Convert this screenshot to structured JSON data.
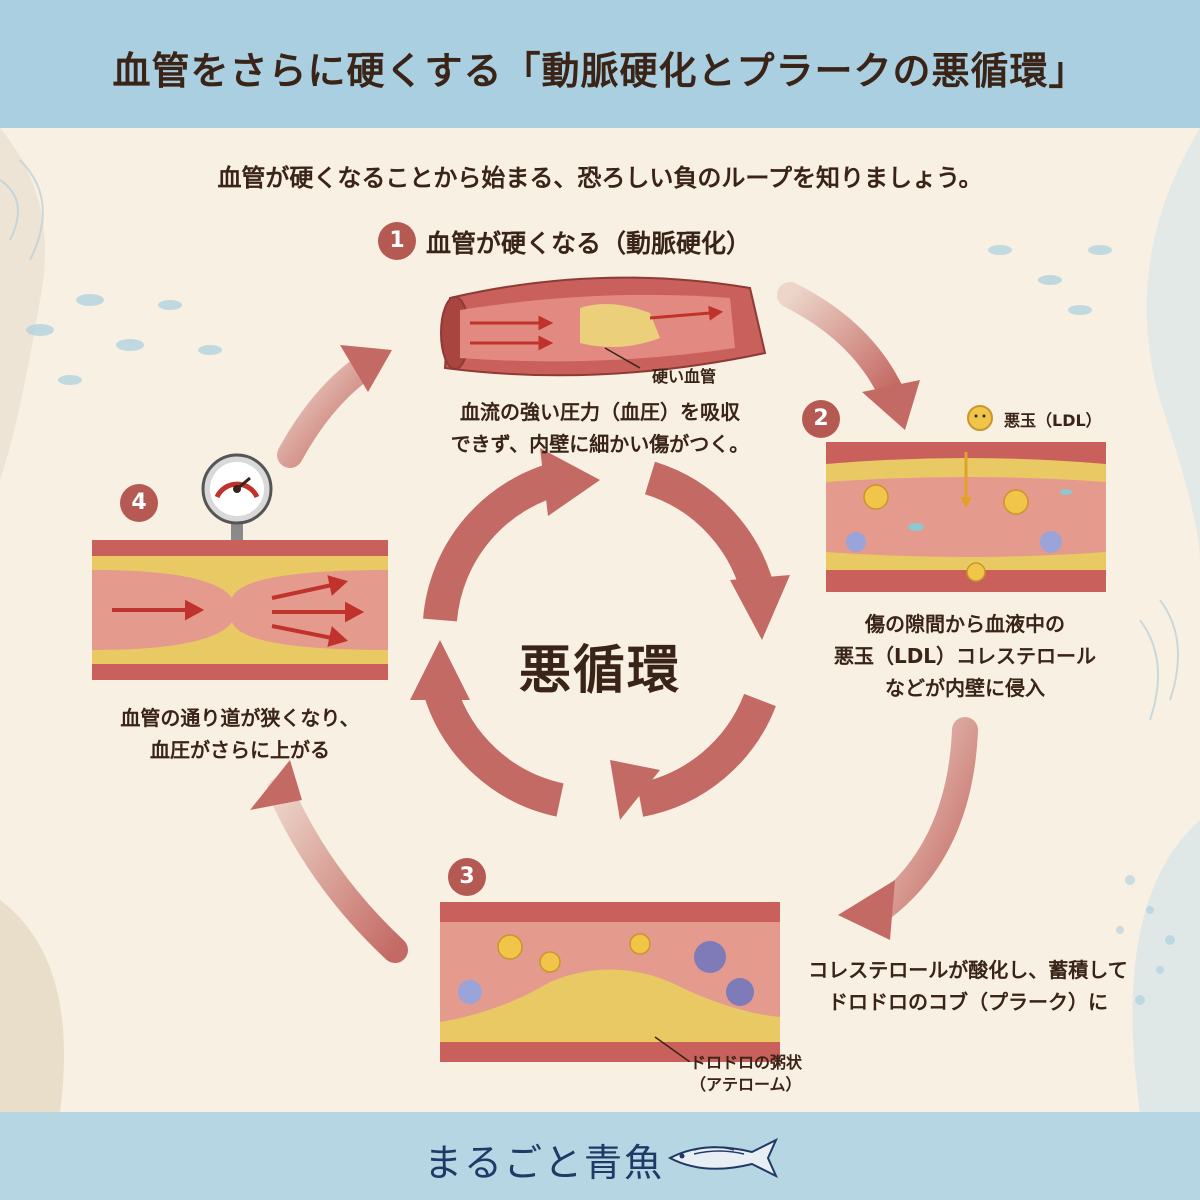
{
  "title": "血管をさらに硬くする「動脈硬化とプラークの悪循環」",
  "subtitle": "血管が硬くなることから始まる、恐ろしい負のループを知りましょう。",
  "center_label": "悪循環",
  "steps": [
    {
      "num": "1",
      "title": "血管が硬くなる（動脈硬化）",
      "callout": "硬い血管",
      "desc": [
        "血流の強い圧力（血圧）を吸収",
        "できず、内壁に細かい傷がつく。"
      ]
    },
    {
      "num": "2",
      "callout": "悪玉（LDL）",
      "desc": [
        "傷の隙間から血液中の",
        "悪玉（LDL）コレステロール",
        "などが内壁に侵入"
      ]
    },
    {
      "num": "3",
      "callout": [
        "ドロドロの粥状",
        "（アテローム）"
      ],
      "desc": [
        "コレステロールが酸化し、蓄積して",
        "ドロドロのコブ（プラーク）に"
      ]
    },
    {
      "num": "4",
      "desc": [
        "血管の通り道が狭くなり、",
        "血圧がさらに上がる"
      ]
    }
  ],
  "brand": "まるごと青魚",
  "colors": {
    "header": "#a9cfe0",
    "footer": "#b7d6e4",
    "background": "#f7f0e3",
    "accent": "#b45a52",
    "vessel": "#c9605c",
    "plaque": "#e8c964",
    "text": "#3a2418",
    "brand": "#1f3a66"
  },
  "icons": [
    "pressure-gauge-icon",
    "ldl-particle-icon",
    "fish-logo-icon",
    "cycle-arrows-icon"
  ]
}
